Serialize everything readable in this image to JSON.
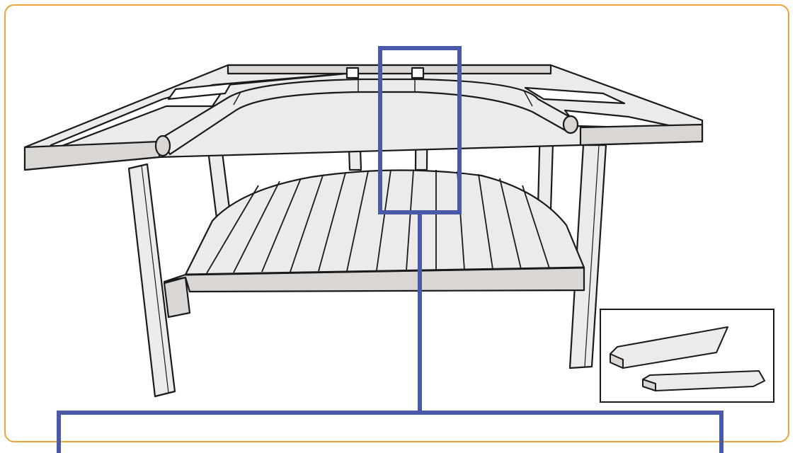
{
  "figure": {
    "kind": "assembly-illustration",
    "subject": "bench-frame-with-slatted-seat",
    "colors": {
      "frame_border": "#e9a53a",
      "callout": "#4a5aa8",
      "wood_fill": "#ecebea",
      "wood_shade": "#d9d6d4",
      "outline": "#1a1a1a"
    },
    "inset": {
      "kind": "detail-view",
      "parts": "two-bevel-cut-pieces"
    },
    "callout": {
      "kind": "highlight-box-with-leader"
    }
  }
}
